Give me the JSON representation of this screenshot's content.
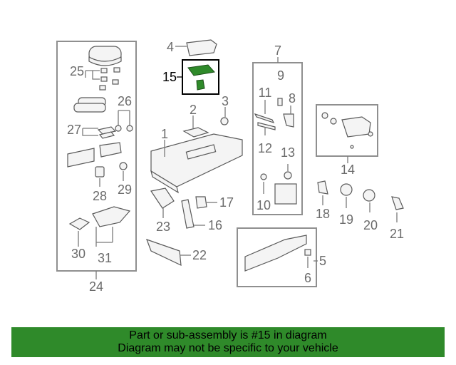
{
  "callouts": {
    "n1": "1",
    "n2": "2",
    "n3": "3",
    "n4": "4",
    "n5": "5",
    "n6": "6",
    "n7": "7",
    "n8": "8",
    "n9": "9",
    "n10": "10",
    "n11": "11",
    "n12": "12",
    "n13": "13",
    "n14": "14",
    "n15": "15",
    "n16": "16",
    "n17": "17",
    "n18": "18",
    "n19": "19",
    "n20": "20",
    "n21": "21",
    "n22": "22",
    "n23": "23",
    "n24": "24",
    "n25": "25",
    "n26": "26",
    "n27": "27",
    "n28": "28",
    "n29": "29",
    "n30": "30",
    "n31": "31"
  },
  "highlighted_part": "15",
  "banner": {
    "line1": "Part or sub-assembly is #15 in diagram",
    "line2": "Diagram may not be specific to your vehicle"
  },
  "colors": {
    "highlight": "#2f8a2a",
    "banner_bg": "#2f8a2a",
    "line": "#7a7a7a"
  }
}
